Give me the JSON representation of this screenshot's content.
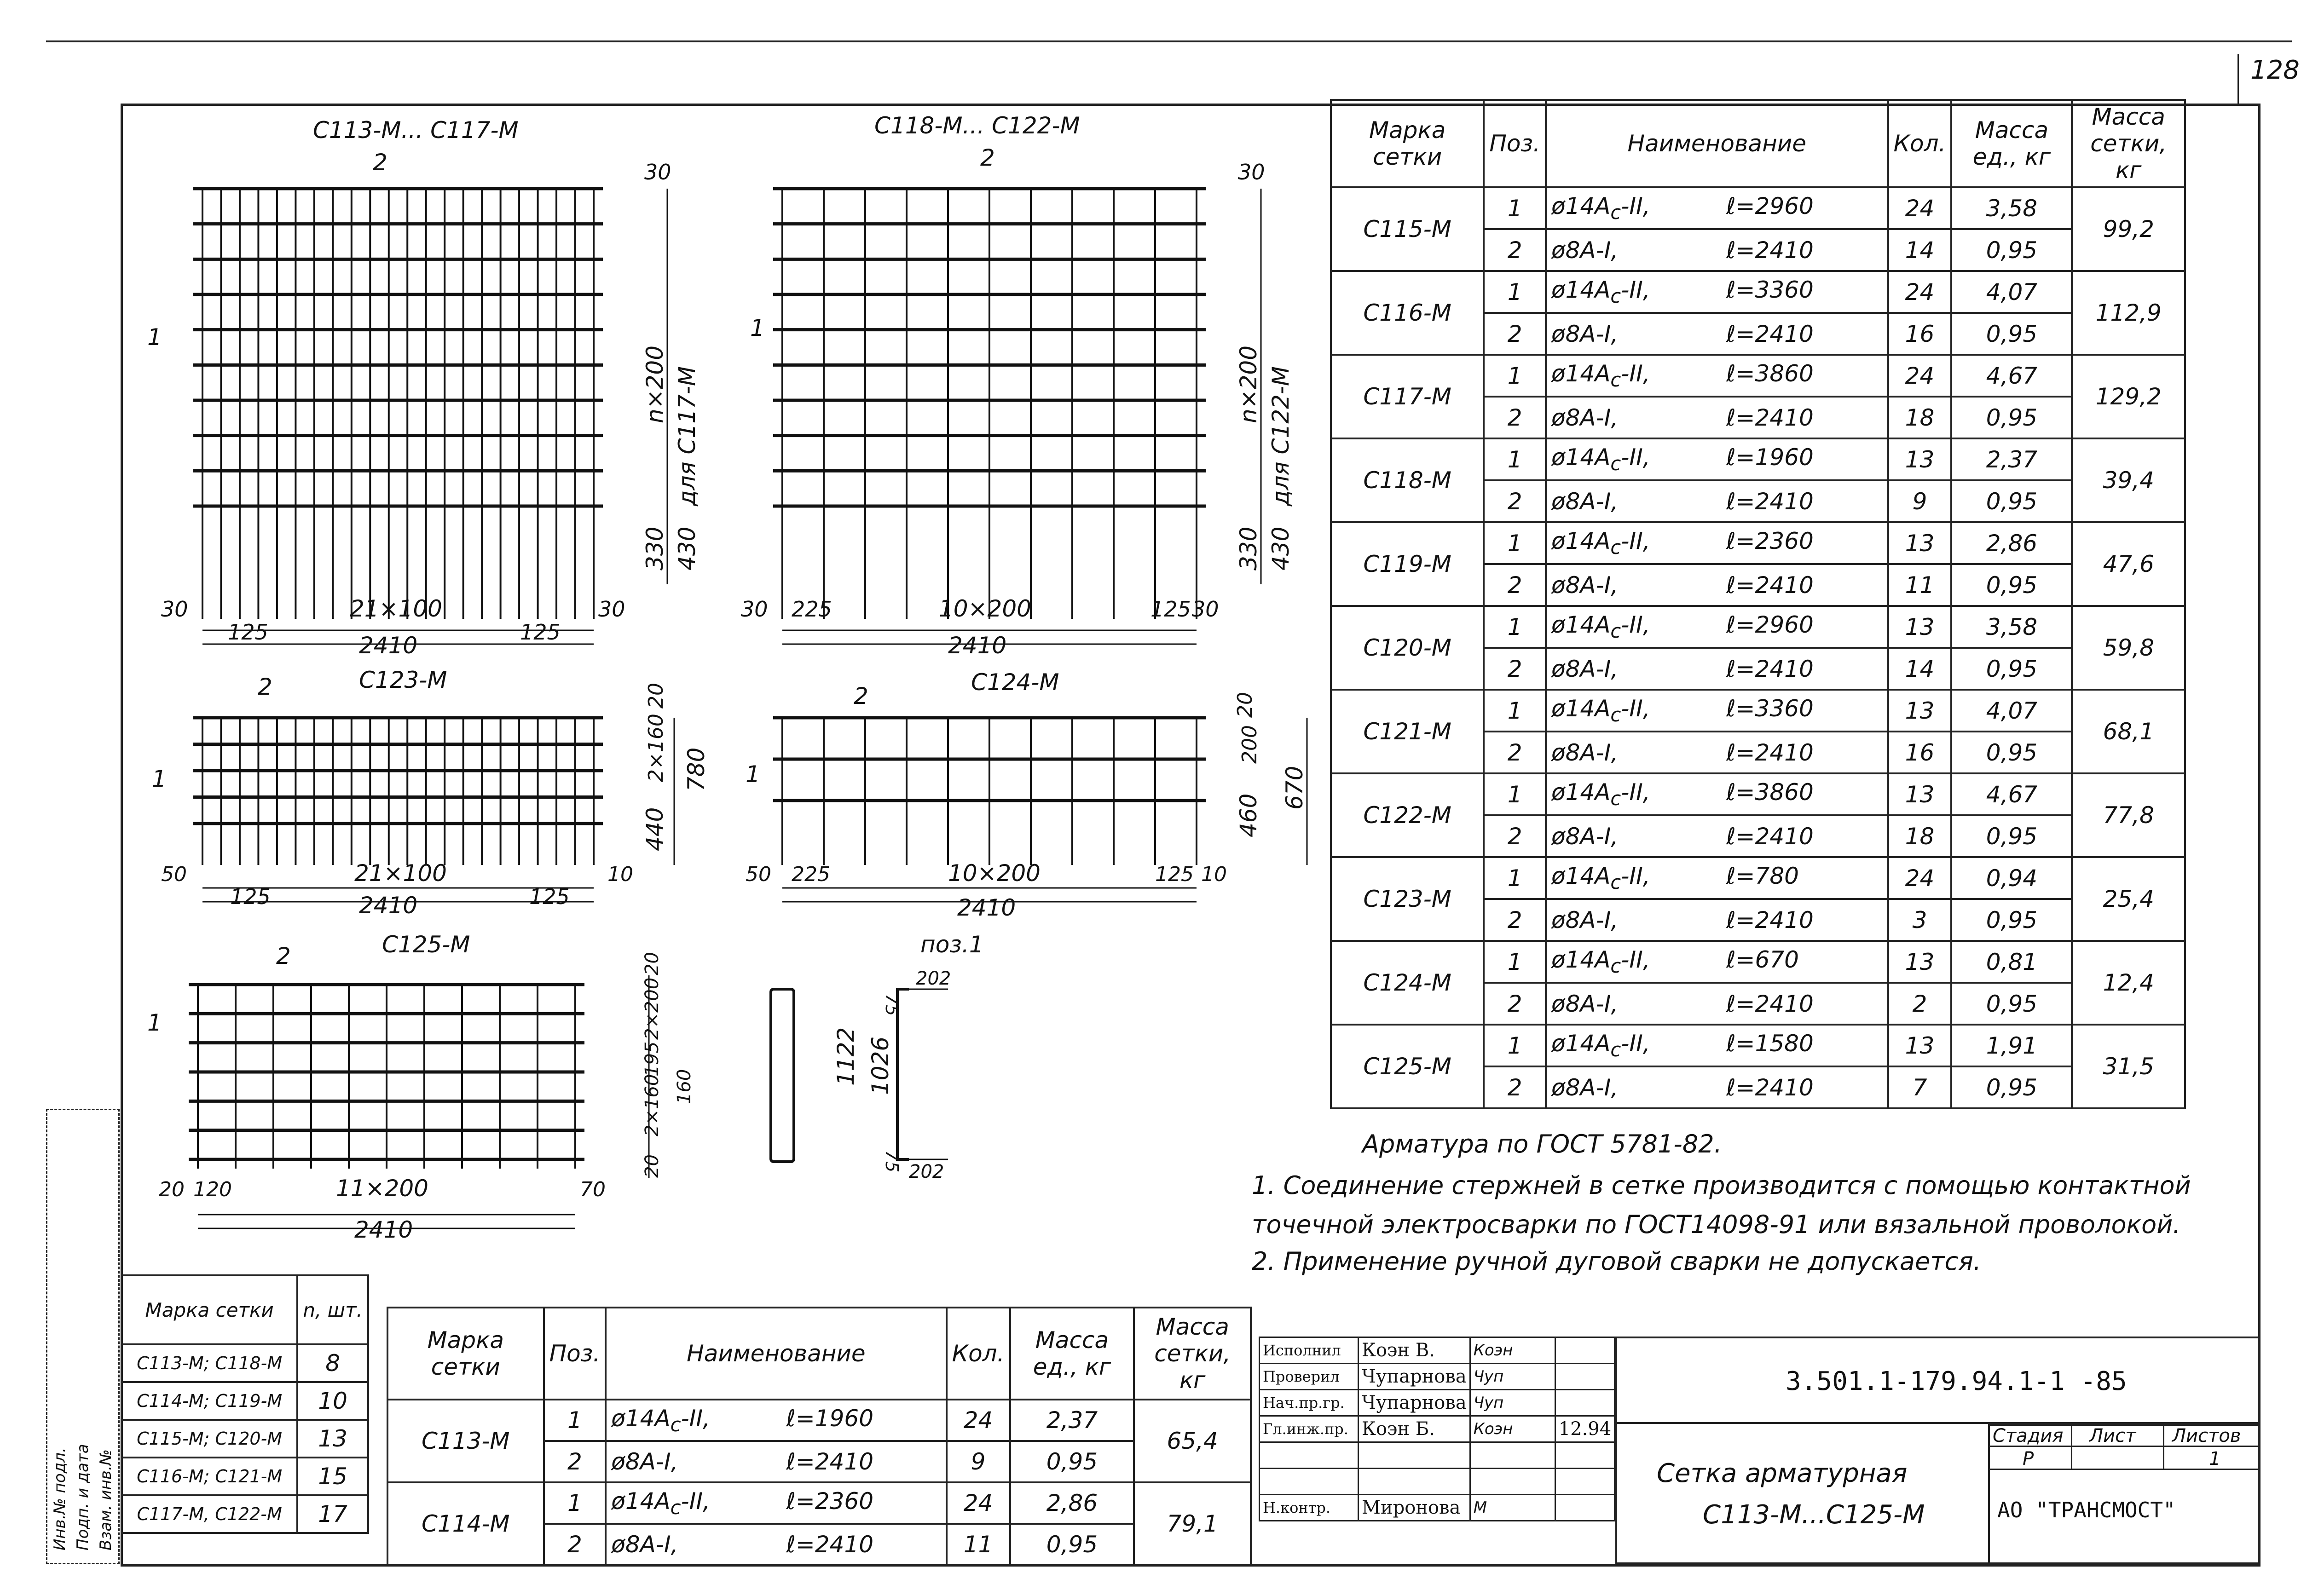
{
  "page_number": "128",
  "drawings": {
    "c113": {
      "title": "С113-М... С117-М",
      "pos2": "2",
      "pos1": "1",
      "dim_n": "n×200",
      "dim_note": "для С117-М",
      "dim_330": "330",
      "dim_430": "430",
      "dim_30a": "30",
      "dim_30b": "30",
      "dim_30c": "30",
      "dim_span": "21×100",
      "dim_125a": "125",
      "dim_125b": "125",
      "dim_total": "2410"
    },
    "c118": {
      "title": "С118-М... С122-М",
      "pos2": "2",
      "pos1": "1",
      "dim_n": "n×200",
      "dim_note": "для С122-М",
      "dim_330": "330",
      "dim_430": "430",
      "dim_30a": "30",
      "dim_30b": "30",
      "dim_30c": "30",
      "dim_225": "225",
      "dim_span": "10×200",
      "dim_125": "125",
      "dim_total": "2410"
    },
    "c123": {
      "title": "С123-М",
      "pos2": "2",
      "pos1": "1",
      "dim_20": "20",
      "dim_2x160": "2×160",
      "dim_780": "780",
      "dim_440": "440",
      "dim_50": "50",
      "dim_span": "21×100",
      "dim_125a": "125",
      "dim_125b": "125",
      "dim_10": "10",
      "dim_total": "2410"
    },
    "c124": {
      "title": "С124-М",
      "pos2": "2",
      "pos1": "1",
      "dim_20": "20",
      "dim_200": "200",
      "dim_670": "670",
      "dim_460": "460",
      "dim_50": "50",
      "dim_225": "225",
      "dim_span": "10×200",
      "dim_125": "125",
      "dim_10": "10",
      "dim_total": "2410"
    },
    "c125": {
      "title": "С125-М",
      "pos2": "2",
      "pos1": "1",
      "dim_20a": "20",
      "dim_2x200": "2×200",
      "dim_195": "195",
      "dim_2x160": "2×160",
      "dim_20b": "20",
      "dim_160": "160",
      "dim_20c": "20",
      "dim_120": "120",
      "dim_span": "11×200",
      "dim_70": "70",
      "dim_total": "2410"
    },
    "pos1": {
      "title": "поз.1",
      "dim_75a": "75",
      "dim_202a": "202",
      "dim_1122": "1122",
      "dim_1026": "1026",
      "dim_75b": "75",
      "dim_202b": "202"
    }
  },
  "main_table": {
    "headers": [
      "Марка сетки",
      "Поз.",
      "Наименование",
      "Кол.",
      "Масса ед., кг",
      "Масса сетки, кг"
    ],
    "groups": [
      {
        "mark": "С115-М",
        "total": "99,2",
        "rows": [
          {
            "pos": "1",
            "name": "ø14А<sub>с</sub>-II,",
            "len": "ℓ=2960",
            "qty": "24",
            "mass": "3,58"
          },
          {
            "pos": "2",
            "name": "ø8А-I,",
            "len": "ℓ=2410",
            "qty": "14",
            "mass": "0,95"
          }
        ]
      },
      {
        "mark": "С116-М",
        "total": "112,9",
        "rows": [
          {
            "pos": "1",
            "name": "ø14А<sub>с</sub>-II,",
            "len": "ℓ=3360",
            "qty": "24",
            "mass": "4,07"
          },
          {
            "pos": "2",
            "name": "ø8А-I,",
            "len": "ℓ=2410",
            "qty": "16",
            "mass": "0,95"
          }
        ]
      },
      {
        "mark": "С117-М",
        "total": "129,2",
        "rows": [
          {
            "pos": "1",
            "name": "ø14А<sub>с</sub>-II,",
            "len": "ℓ=3860",
            "qty": "24",
            "mass": "4,67"
          },
          {
            "pos": "2",
            "name": "ø8А-I,",
            "len": "ℓ=2410",
            "qty": "18",
            "mass": "0,95"
          }
        ]
      },
      {
        "mark": "С118-М",
        "total": "39,4",
        "rows": [
          {
            "pos": "1",
            "name": "ø14А<sub>с</sub>-II,",
            "len": "ℓ=1960",
            "qty": "13",
            "mass": "2,37"
          },
          {
            "pos": "2",
            "name": "ø8А-I,",
            "len": "ℓ=2410",
            "qty": "9",
            "mass": "0,95"
          }
        ]
      },
      {
        "mark": "С119-М",
        "total": "47,6",
        "rows": [
          {
            "pos": "1",
            "name": "ø14А<sub>с</sub>-II,",
            "len": "ℓ=2360",
            "qty": "13",
            "mass": "2,86"
          },
          {
            "pos": "2",
            "name": "ø8А-I,",
            "len": "ℓ=2410",
            "qty": "11",
            "mass": "0,95"
          }
        ]
      },
      {
        "mark": "С120-М",
        "total": "59,8",
        "rows": [
          {
            "pos": "1",
            "name": "ø14А<sub>с</sub>-II,",
            "len": "ℓ=2960",
            "qty": "13",
            "mass": "3,58"
          },
          {
            "pos": "2",
            "name": "ø8А-I,",
            "len": "ℓ=2410",
            "qty": "14",
            "mass": "0,95"
          }
        ]
      },
      {
        "mark": "С121-М",
        "total": "68,1",
        "rows": [
          {
            "pos": "1",
            "name": "ø14А<sub>с</sub>-II,",
            "len": "ℓ=3360",
            "qty": "13",
            "mass": "4,07"
          },
          {
            "pos": "2",
            "name": "ø8А-I,",
            "len": "ℓ=2410",
            "qty": "16",
            "mass": "0,95"
          }
        ]
      },
      {
        "mark": "С122-М",
        "total": "77,8",
        "rows": [
          {
            "pos": "1",
            "name": "ø14А<sub>с</sub>-II,",
            "len": "ℓ=3860",
            "qty": "13",
            "mass": "4,67"
          },
          {
            "pos": "2",
            "name": "ø8А-I,",
            "len": "ℓ=2410",
            "qty": "18",
            "mass": "0,95"
          }
        ]
      },
      {
        "mark": "С123-М",
        "total": "25,4",
        "rows": [
          {
            "pos": "1",
            "name": "ø14А<sub>с</sub>-II,",
            "len": "ℓ=780",
            "qty": "24",
            "mass": "0,94"
          },
          {
            "pos": "2",
            "name": "ø8А-I,",
            "len": "ℓ=2410",
            "qty": "3",
            "mass": "0,95"
          }
        ]
      },
      {
        "mark": "С124-М",
        "total": "12,4",
        "rows": [
          {
            "pos": "1",
            "name": "ø14А<sub>с</sub>-II,",
            "len": "ℓ=670",
            "qty": "13",
            "mass": "0,81"
          },
          {
            "pos": "2",
            "name": "ø8А-I,",
            "len": "ℓ=2410",
            "qty": "2",
            "mass": "0,95"
          }
        ]
      },
      {
        "mark": "С125-М",
        "total": "31,5",
        "rows": [
          {
            "pos": "1",
            "name": "ø14А<sub>с</sub>-II,",
            "len": "ℓ=1580",
            "qty": "13",
            "mass": "1,91"
          },
          {
            "pos": "2",
            "name": "ø8А-I,",
            "len": "ℓ=2410",
            "qty": "7",
            "mass": "0,95"
          }
        ]
      }
    ]
  },
  "notes": {
    "gost": "Арматура по ГОСТ 5781-82.",
    "line1": "1. Соединение стержней в сетке производится с помощью контактной",
    "line2": "точечной электросварки по ГОСТ14098-91 или вязальной проволокой.",
    "line3": "2. Применение ручной дуговой сварки не допускается."
  },
  "count_table": {
    "headers": [
      "Марка сетки",
      "n, шт."
    ],
    "rows": [
      {
        "mark": "С113-М; С118-М",
        "n": "8"
      },
      {
        "mark": "С114-М; С119-М",
        "n": "10"
      },
      {
        "mark": "С115-М; С120-М",
        "n": "13"
      },
      {
        "mark": "С116-М; С121-М",
        "n": "15"
      },
      {
        "mark": "С117-М, С122-М",
        "n": "17"
      }
    ]
  },
  "bottom_table": {
    "headers": [
      "Марка сетки",
      "Поз.",
      "Наименование",
      "Кол.",
      "Масса ед., кг",
      "Масса сетки, кг"
    ],
    "groups": [
      {
        "mark": "С113-М",
        "total": "65,4",
        "rows": [
          {
            "pos": "1",
            "name": "ø14А<sub>с</sub>-II,",
            "len": "ℓ=1960",
            "qty": "24",
            "mass": "2,37"
          },
          {
            "pos": "2",
            "name": "ø8А-I,",
            "len": "ℓ=2410",
            "qty": "9",
            "mass": "0,95"
          }
        ]
      },
      {
        "mark": "С114-М",
        "total": "79,1",
        "rows": [
          {
            "pos": "1",
            "name": "ø14А<sub>с</sub>-II,",
            "len": "ℓ=2360",
            "qty": "24",
            "mass": "2,86"
          },
          {
            "pos": "2",
            "name": "ø8А-I,",
            "len": "ℓ=2410",
            "qty": "11",
            "mass": "0,95"
          }
        ]
      }
    ]
  },
  "stamp": {
    "rows": [
      {
        "role": "Исполнил",
        "name": "Коэн В.",
        "sign": "Коэн",
        "date": ""
      },
      {
        "role": "Проверил",
        "name": "Чупарнова",
        "sign": "Чуп",
        "date": ""
      },
      {
        "role": "Нач.пр.гр.",
        "name": "Чупарнова",
        "sign": "Чуп",
        "date": ""
      },
      {
        "role": "Гл.инж.пр.",
        "name": "Коэн Б.",
        "sign": "Коэн",
        "date": "12.94"
      },
      {
        "role": "",
        "name": "",
        "sign": "",
        "date": ""
      },
      {
        "role": "",
        "name": "",
        "sign": "",
        "date": ""
      },
      {
        "role": "Н.контр.",
        "name": "Миронова",
        "sign": "М",
        "date": ""
      }
    ]
  },
  "title_block": {
    "code": "3.501.1-179.94.1-1 -85",
    "title_line1": "Сетка арматурная",
    "title_line2": "С113-М...С125-М",
    "stage_label": "Стадия",
    "sheet_label": "Лист",
    "sheets_label": "Листов",
    "stage": "Р",
    "sheet": "",
    "sheets": "1",
    "org": "АО \"ТРАНСМОСТ\""
  },
  "side_strip": {
    "labels": [
      "Инв.№ подл.",
      "Подп. и дата",
      "Взам. инв.№"
    ]
  }
}
